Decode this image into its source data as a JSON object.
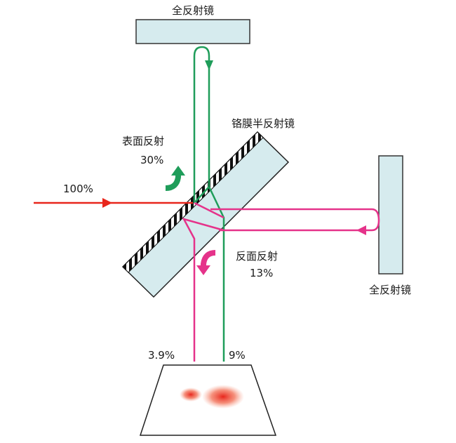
{
  "labels": {
    "top_mirror": "全反射镜",
    "right_mirror": "全反射镜",
    "beamsplitter": "铬膜半反射镜",
    "input_percent": "100%",
    "surface_reflection_line1": "表面反射",
    "surface_reflection_line2": "30%",
    "back_reflection_line1": "反面反射",
    "back_reflection_line2": "13%",
    "left_spot_percent": "3.9%",
    "right_spot_percent": "9%"
  },
  "colors": {
    "input_beam": "#e8261c",
    "green_beam": "#1f9d5a",
    "pink_beam": "#e5338a",
    "mirror_fill": "#d6ebee",
    "mirror_stroke": "#333333",
    "spot": "#ef5a44"
  },
  "icons": {
    "surface_arrow": "curved-arrow-up-icon",
    "back_arrow": "curved-arrow-down-icon"
  }
}
